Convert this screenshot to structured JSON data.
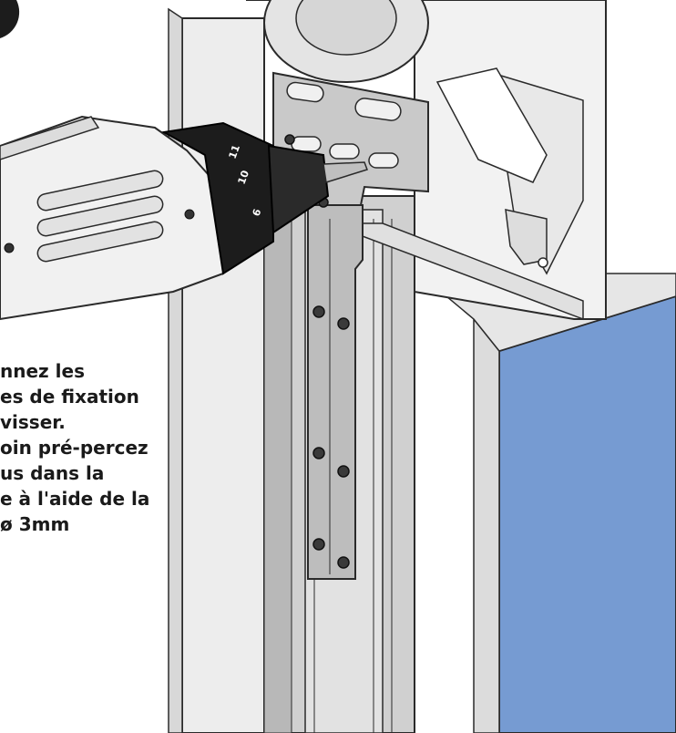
{
  "instruction_lines": [
    "nnez les",
    "es de fixation",
    "visser.",
    "oin pré-percez",
    "us dans la",
    "e à l'aide de la",
    "ø 3mm"
  ],
  "drill_dial_numbers": [
    "11",
    "10",
    "6"
  ],
  "colors": {
    "panel_blue": "#769bd2",
    "wall_light": "#ededed",
    "rail_gray": "#cfcfcf",
    "drill_white": "#f1f1f1",
    "drill_black": "#1c1c1c",
    "outline": "#2a2a2a",
    "text": "#1a1a1a"
  }
}
